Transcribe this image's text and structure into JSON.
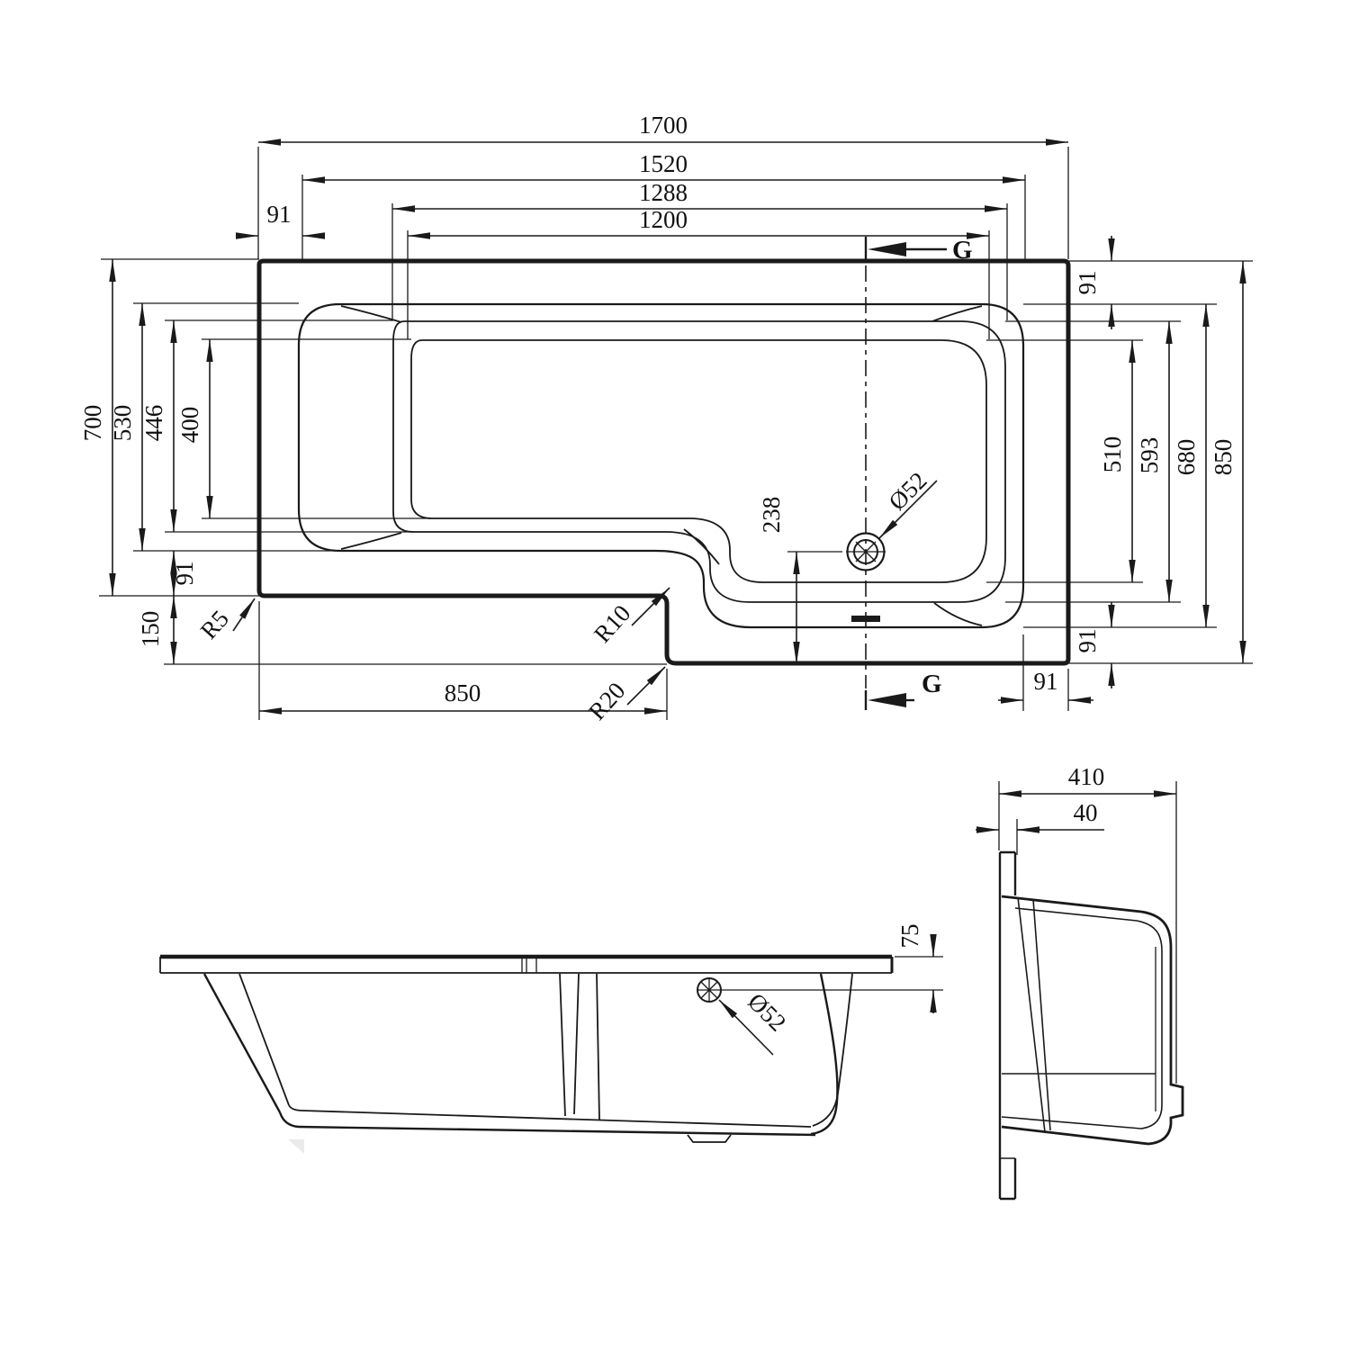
{
  "meta": {
    "drawing_type": "technical-drawing",
    "subject": "L-shaped shower bath, dimensioned orthographic views (plan, side elevation, end section)",
    "background_color": "#ffffff",
    "line_color": "#1a1a1a"
  },
  "plan_view": {
    "top_dims": {
      "overall_length": "1700",
      "length_1520": "1520",
      "length_1288": "1288",
      "length_1200": "1200",
      "corner_offset": "91"
    },
    "left_dims": {
      "overall_width": "700",
      "width_530": "530",
      "width_446": "446",
      "width_400": "400",
      "rim_offset": "91",
      "step_offset": "150",
      "corner_radius": "R5"
    },
    "bottom_dims": {
      "shower_end_length": "850",
      "step_radius_upper": "R10",
      "step_radius_lower": "R20"
    },
    "right_dims": {
      "rim_offset_top": "91",
      "width_510": "510",
      "width_593": "593",
      "width_680": "680",
      "overall_width": "850",
      "rim_offset_bottom": "91",
      "rim_offset_corner": "91"
    },
    "drain": {
      "offset_from_edge": "238",
      "diameter": "Ø52"
    },
    "section_label_top": "G",
    "section_label_bottom": "G"
  },
  "side_view": {
    "drain_diameter": "Ø52",
    "drain_depth": "75"
  },
  "section_view": {
    "overall_depth": "410",
    "lip_width": "40"
  }
}
